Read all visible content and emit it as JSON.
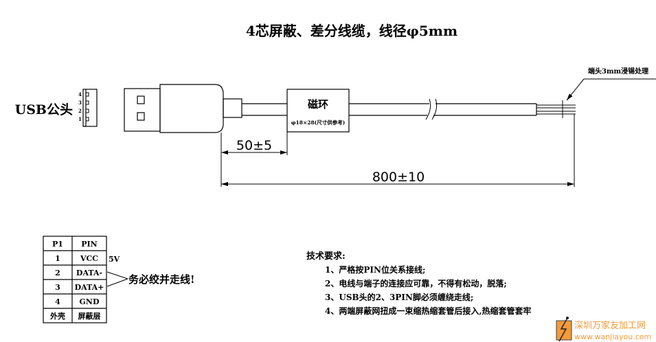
{
  "title": "4芯屏蔽、差分线缆，线径φ5mm",
  "connector": {
    "label": "USB公头",
    "pins": [
      "4",
      "3",
      "2",
      "1"
    ]
  },
  "ferrite": {
    "label": "磁环",
    "size": "φ18×28(尺寸供参考)"
  },
  "tin_note": "端头3mm浸锡处理",
  "dimensions": {
    "short": "50±5",
    "total": "800±10"
  },
  "pin_table": {
    "headers": [
      "P1",
      "PIN"
    ],
    "rows": [
      [
        "1",
        "VCC"
      ],
      [
        "2",
        "DATA-"
      ],
      [
        "3",
        "DATA+"
      ],
      [
        "4",
        "GND"
      ],
      [
        "外壳",
        "屏蔽层"
      ]
    ],
    "vcc_note": "5V",
    "twist_note": "务必绞并走线!"
  },
  "requirements": {
    "heading": "技术要求:",
    "items": [
      "1、严格按PIN位关系接线;",
      "2、电线与端子的连接应可靠，不得有松动，脱落;",
      "3、USB头的2、3PIN脚必须缠绕走线;",
      "4、两端屏蔽网扭成一束缩热缩套管后接入,热缩套管套牢"
    ]
  },
  "watermark": {
    "name": "深圳万家友加工网",
    "url": "www.wanjiayou.com",
    "color": "#f39a3a"
  }
}
